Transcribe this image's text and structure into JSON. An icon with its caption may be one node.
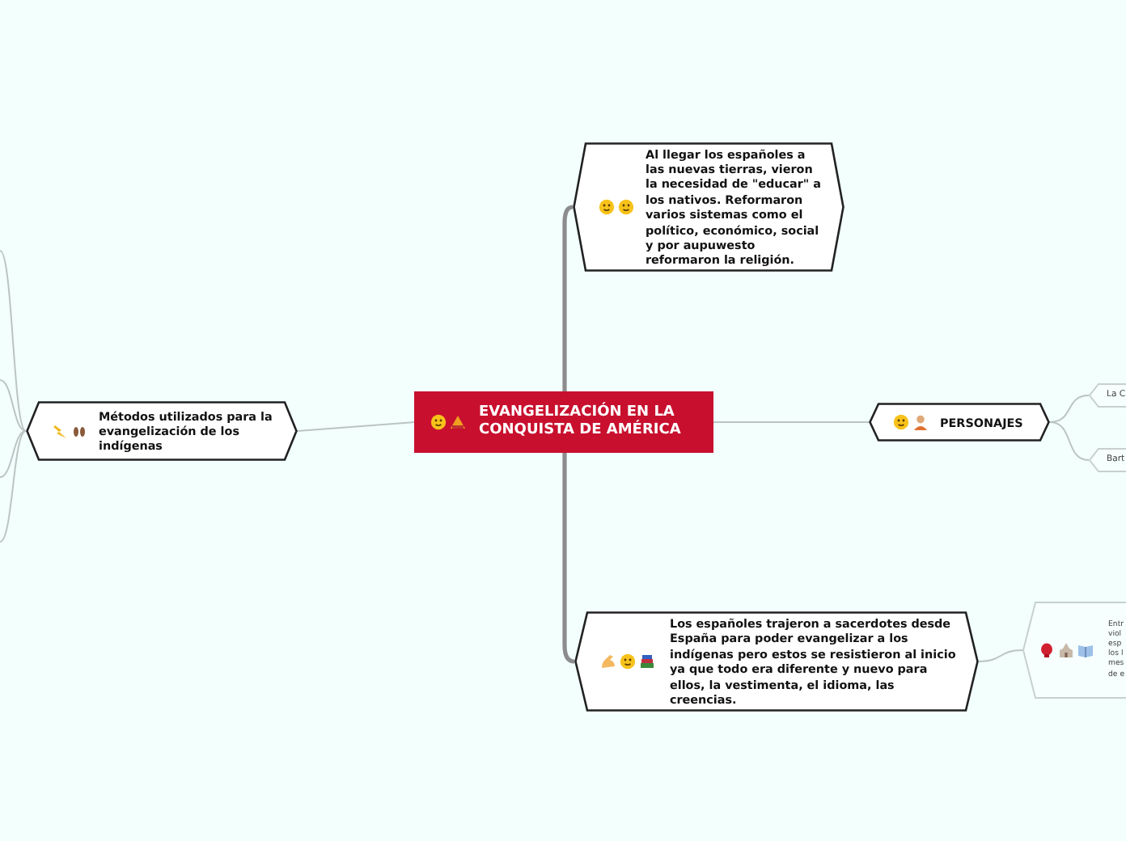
{
  "diagram": {
    "nodes": [
      {
        "text": [
          "EVANGELIZACIÓN EN LA CONQUISTA DE AMÉRICA"
        ]
      },
      {
        "text": [
          "Al llegar los españoles a las nuevas tierras, vieron la necesidad de \"educar\" a los nativos. Reformaron varios sistemas como el político, económico, social y por aupuwesto reformaron  la religión."
        ]
      },
      {
        "text": [
          "PERSONAJES"
        ]
      },
      {
        "text": [
          "Los españoles trajeron a sacerdotes desde España para poder evangelizar a los indígenas pero estos se resistieron al inicio ya que todo era diferente y nuevo para ellos, la vestimenta, el idioma, las creencias."
        ]
      },
      {
        "text": [
          "Métodos utilizados para la evangelización de los indígenas"
        ]
      },
      {
        "text": [
          "La C"
        ]
      },
      {
        "text": [
          "Bart"
        ]
      },
      {
        "text": [
          "Entr viol esp los l mes de e"
        ]
      }
    ],
    "edges": [
      {
        "from": 0,
        "to": 1,
        "arrow": "none",
        "style": "thick",
        "color": "#8c8c8c"
      },
      {
        "from": 0,
        "to": 2,
        "arrow": "none"
      },
      {
        "from": 0,
        "to": 3,
        "arrow": "none",
        "style": "thick",
        "color": "#8c8c8c"
      },
      {
        "from": 0,
        "to": 4,
        "arrow": "none"
      },
      {
        "from": 2,
        "to": 5,
        "arrow": "none"
      },
      {
        "from": 2,
        "to": 6,
        "arrow": "none"
      },
      {
        "from": 3,
        "to": 7,
        "arrow": "none"
      },
      {
        "from": 4,
        "to": null,
        "arrow": "none"
      },
      {
        "from": 4,
        "to": null,
        "arrow": "none"
      },
      {
        "from": 4,
        "to": null,
        "arrow": "none"
      },
      {
        "from": 4,
        "to": null,
        "arrow": "none"
      }
    ]
  }
}
